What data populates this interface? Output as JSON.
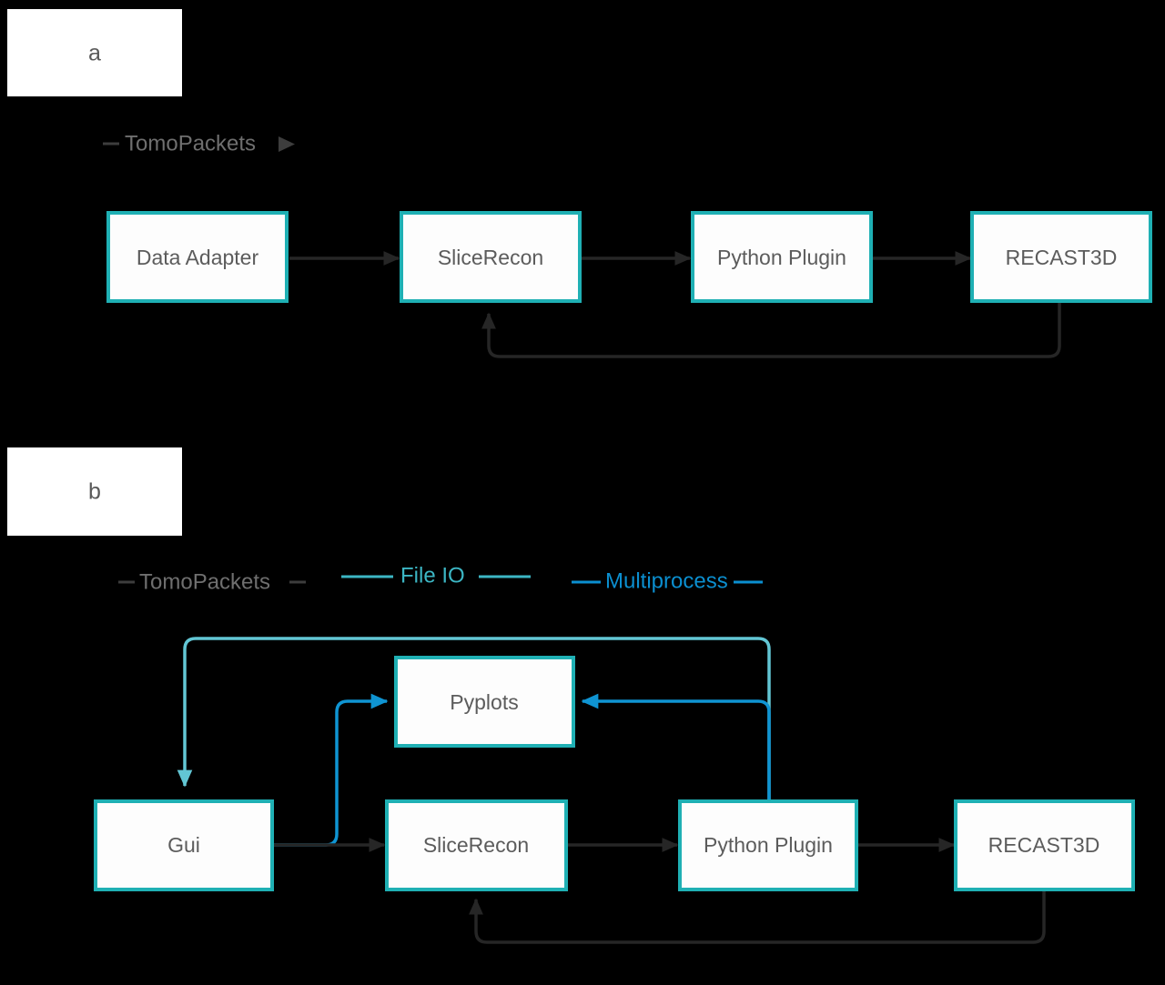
{
  "figure": {
    "background": "#000000",
    "panels": [
      {
        "id": "a",
        "label": "a",
        "legend": [
          {
            "key": "tomopackets",
            "label": "TomoPackets",
            "color": "#3d3d3d",
            "text_color": "#6f6f6f",
            "marker": "dash-arrow"
          }
        ],
        "nodes": [
          {
            "id": "data-adapter",
            "label": "Data Adapter"
          },
          {
            "id": "slicerecon",
            "label": "SliceRecon"
          },
          {
            "id": "python-plugin",
            "label": "Python Plugin"
          },
          {
            "id": "recast3d",
            "label": "RECAST3D"
          }
        ],
        "edges": [
          {
            "from": "data-adapter",
            "to": "slicerecon",
            "kind": "tomopackets"
          },
          {
            "from": "slicerecon",
            "to": "python-plugin",
            "kind": "tomopackets"
          },
          {
            "from": "python-plugin",
            "to": "recast3d",
            "kind": "tomopackets"
          },
          {
            "from": "recast3d",
            "to": "slicerecon",
            "kind": "tomopackets-feedback"
          }
        ]
      },
      {
        "id": "b",
        "label": "b",
        "legend": [
          {
            "key": "tomopackets",
            "label": "TomoPackets",
            "color": "#3d3d3d",
            "text_color": "#6f6f6f",
            "marker": "dash-dash"
          },
          {
            "key": "file-io",
            "label": "File IO",
            "color": "#3cb6c4",
            "text_color": "#3cb6c4",
            "marker": "line-line"
          },
          {
            "key": "multiprocess",
            "label": "Multiprocess",
            "color": "#0b8fd0",
            "text_color": "#0b8fd0",
            "marker": "line-line"
          }
        ],
        "nodes": [
          {
            "id": "pyplots",
            "label": "Pyplots"
          },
          {
            "id": "gui",
            "label": "Gui"
          },
          {
            "id": "slicerecon",
            "label": "SliceRecon"
          },
          {
            "id": "python-plugin",
            "label": "Python Plugin"
          },
          {
            "id": "recast3d",
            "label": "RECAST3D"
          }
        ],
        "edges": [
          {
            "from": "python-plugin",
            "to": "gui",
            "kind": "file-io"
          },
          {
            "from": "python-plugin",
            "to": "pyplots",
            "kind": "multiprocess"
          },
          {
            "from": "gui",
            "to": "pyplots",
            "kind": "multiprocess"
          },
          {
            "from": "gui",
            "to": "slicerecon",
            "kind": "tomopackets"
          },
          {
            "from": "slicerecon",
            "to": "python-plugin",
            "kind": "tomopackets"
          },
          {
            "from": "python-plugin",
            "to": "recast3d",
            "kind": "tomopackets"
          },
          {
            "from": "recast3d",
            "to": "slicerecon",
            "kind": "tomopackets-feedback"
          }
        ]
      }
    ]
  },
  "colors": {
    "background": "#000000",
    "node_border": "#1fb0b4",
    "node_fill": "#fdfdfd",
    "node_text": "#5c5c5c",
    "tomopackets": "#3d3d3d",
    "tomopackets_text": "#6f6f6f",
    "file_io": "#3cb6c4",
    "multiprocess": "#0b8fd0",
    "panel_label_box": "#ffffff",
    "panel_label_text": "#5a5a5a"
  }
}
